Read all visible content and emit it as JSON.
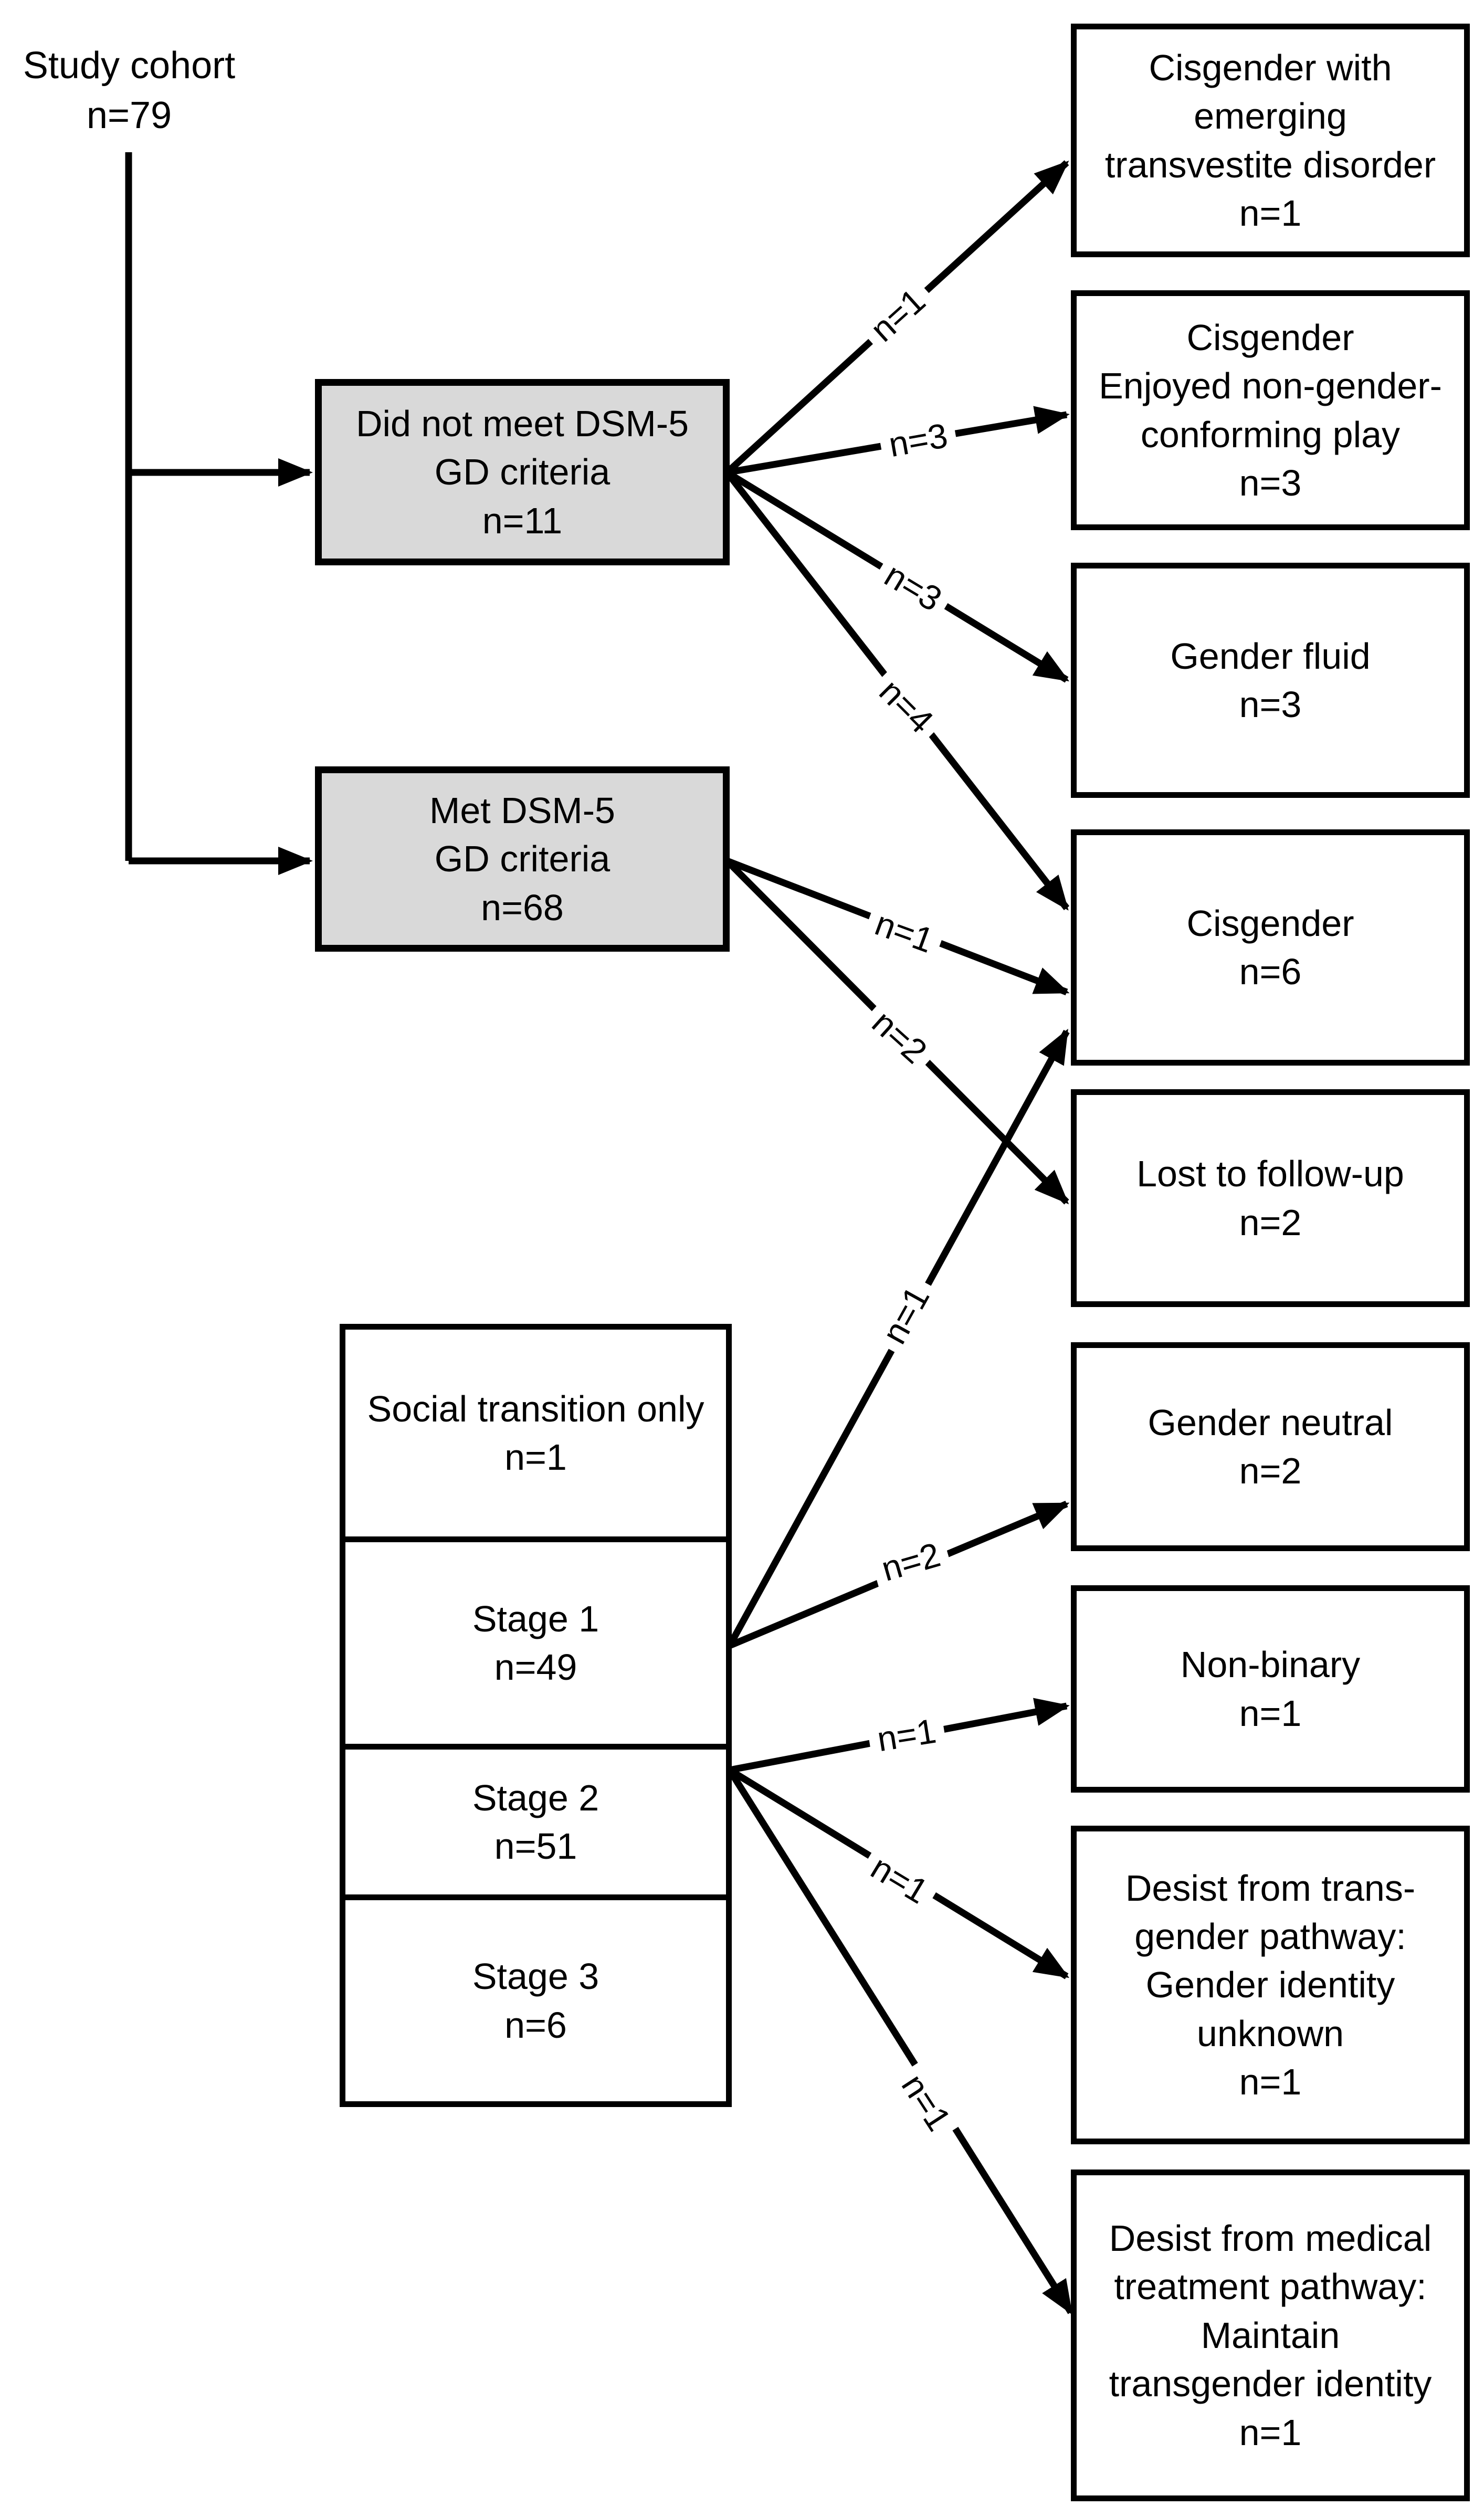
{
  "root": {
    "line1": "Study cohort",
    "line2": "n=79"
  },
  "criteria_boxes": [
    {
      "lines": [
        "Did not meet DSM-5",
        "GD criteria",
        "n=11"
      ]
    },
    {
      "lines": [
        "Met DSM-5",
        "GD criteria",
        "n=68"
      ]
    }
  ],
  "stage_rows": [
    {
      "lines": [
        "Social transition only",
        "n=1"
      ]
    },
    {
      "lines": [
        "Stage 1",
        "n=49"
      ]
    },
    {
      "lines": [
        "Stage 2",
        "n=51"
      ]
    },
    {
      "lines": [
        "Stage 3",
        "n=6"
      ]
    }
  ],
  "outcomes": [
    {
      "lines": [
        "Cisgender with",
        "emerging",
        "transvestite disorder",
        "n=1"
      ]
    },
    {
      "lines": [
        "Cisgender",
        "Enjoyed non-gender-",
        "conforming play",
        "n=3"
      ]
    },
    {
      "lines": [
        "Gender fluid",
        "n=3"
      ]
    },
    {
      "lines": [
        "Cisgender",
        "n=6"
      ]
    },
    {
      "lines": [
        "Lost to follow-up",
        "n=2"
      ]
    },
    {
      "lines": [
        "Gender neutral",
        "n=2"
      ]
    },
    {
      "lines": [
        "Non-binary",
        "n=1"
      ]
    },
    {
      "lines": [
        "Desist from trans-",
        "gender pathway:",
        "Gender identity",
        "unknown",
        "n=1"
      ]
    },
    {
      "lines": [
        "Desist from medical",
        "treatment pathway:",
        "Maintain",
        "transgender identity",
        "n=1"
      ]
    }
  ],
  "arrow_labels": [
    "n=1",
    "n=3",
    "n=3",
    "n=4",
    "n=1",
    "n=2",
    "n=1",
    "n=2",
    "n=1",
    "n=1",
    "n=1"
  ],
  "colors": {
    "criteria_fill": "#d9d9d9",
    "outcome_fill": "#ffffff",
    "stroke": "#000000"
  }
}
